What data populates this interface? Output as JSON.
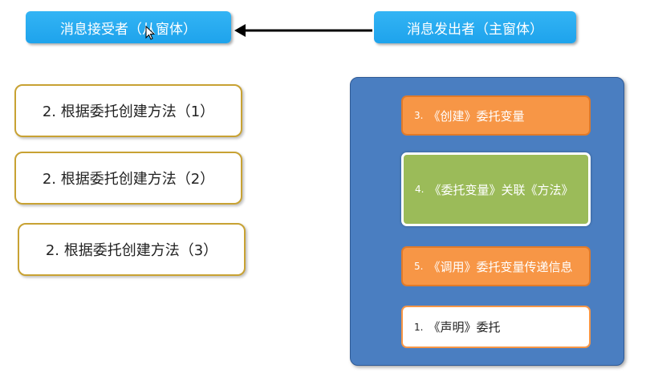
{
  "header": {
    "receiver_label": "消息接受者（从窗体）",
    "sender_label": "消息发出者（主窗体）"
  },
  "methods": [
    {
      "label": "2. 根据委托创建方法（1）"
    },
    {
      "label": "2. 根据委托创建方法（2）"
    },
    {
      "label": "2. 根据委托创建方法（3）"
    }
  ],
  "steps": {
    "create": {
      "num": "3.",
      "text": "《创建》委托变量"
    },
    "associate": {
      "num": "4.",
      "text": "《委托变量》关联《方法》"
    },
    "invoke": {
      "num": "5.",
      "text": "《调用》委托变量传递信息"
    },
    "declare": {
      "num": "1.",
      "text": "《声明》委托"
    }
  },
  "colors": {
    "header_blue": "#1ea3ec",
    "method_border": "#c8a233",
    "panel_blue": "#4a7ec1",
    "step_orange": "#f79646",
    "step_green": "#9bbb59"
  }
}
